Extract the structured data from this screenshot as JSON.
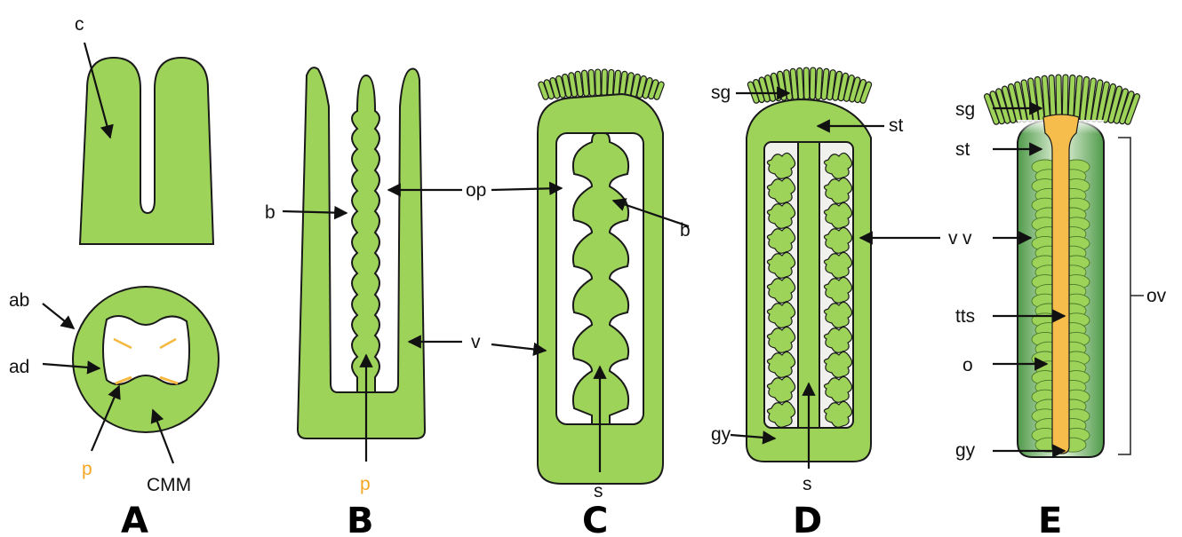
{
  "panels": {
    "a": "A",
    "b": "B",
    "c": "C",
    "d": "D",
    "e": "E"
  },
  "labels": {
    "a_c": "c",
    "a_ab": "ab",
    "a_ad": "ad",
    "a_p": "p",
    "a_cmm": "CMM",
    "b_b": "b",
    "b_op": "op",
    "b_v": "v",
    "b_p": "p",
    "c_b": "b",
    "c_s": "s",
    "d_sg": "sg",
    "d_st": "st",
    "d_v": "v",
    "d_gy": "gy",
    "d_s": "s",
    "e_sg": "sg",
    "e_st": "st",
    "e_v": "v",
    "e_tts": "tts",
    "e_o": "o",
    "e_gy": "gy",
    "e_ov": "ov"
  },
  "colors": {
    "tissue": "#9ed35a",
    "tissue_dark": "#4f9a4a",
    "orange": "#f5b841",
    "label_orange": "#f5a623"
  }
}
